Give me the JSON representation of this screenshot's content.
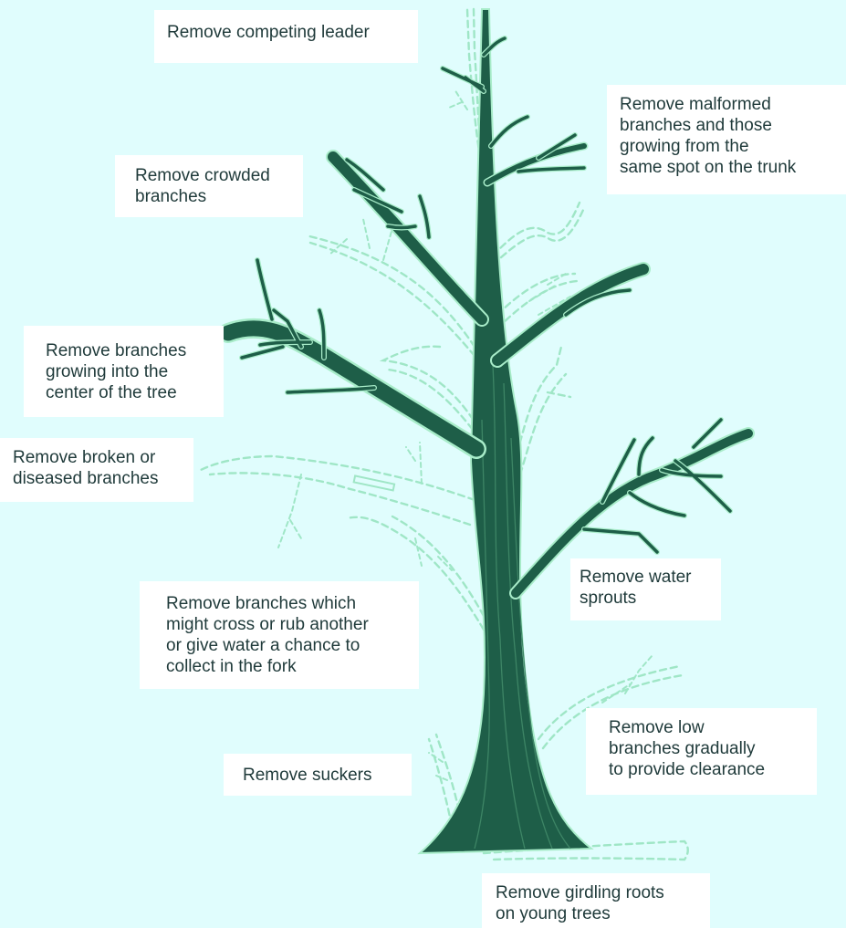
{
  "diagram": {
    "colors": {
      "background": "#e0fdfd",
      "tree": "#1e5e48",
      "tree_outline": "#a8ecc9",
      "removed_branch": "#9fe6c6",
      "label_bg": "#ffffff",
      "label_text": "#1f3a3a"
    },
    "labels": [
      {
        "id": "competing-leader",
        "text": "Remove competing leader"
      },
      {
        "id": "malformed",
        "text": "Remove malformed\nbranches and those\ngrowing from the\nsame spot on the trunk"
      },
      {
        "id": "crowded",
        "text": "Remove crowded\nbranches"
      },
      {
        "id": "center",
        "text": "Remove branches\ngrowing into the\ncenter of the tree"
      },
      {
        "id": "broken",
        "text": "Remove broken or\ndiseased branches"
      },
      {
        "id": "cross",
        "text": "Remove branches which\nmight cross or rub another\nor give water a chance to\ncollect in the fork"
      },
      {
        "id": "water-sprouts",
        "text": "Remove water\nsprouts"
      },
      {
        "id": "low-branches",
        "text": "Remove low\nbranches gradually\nto provide clearance"
      },
      {
        "id": "suckers",
        "text": "Remove suckers"
      },
      {
        "id": "girdling",
        "text": "Remove girdling roots\non young trees"
      }
    ]
  }
}
